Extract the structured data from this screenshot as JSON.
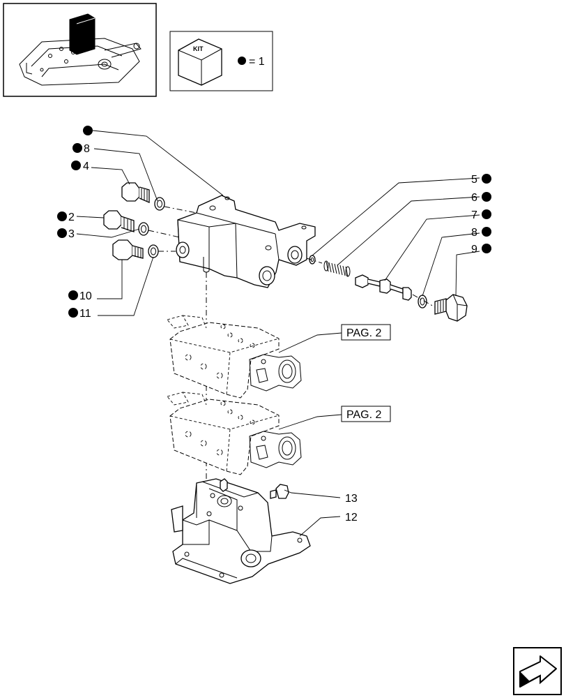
{
  "header": {
    "kit_label": "KIT",
    "legend_equals": "= 1"
  },
  "callouts": {
    "c8a": "8",
    "c4": "4",
    "c2": "2",
    "c3": "3",
    "c10": "10",
    "c11": "11",
    "c5": "5",
    "c6": "6",
    "c7": "7",
    "c8b": "8",
    "c9": "9",
    "c13": "13",
    "c12": "12"
  },
  "page_refs": {
    "upper": "PAG. 2",
    "lower": "PAG. 2"
  },
  "icons": {
    "thumbnail": "tractor-lift-housing-thumbnail",
    "kit": "kit-box-icon",
    "nav": "next-page-arrow-icon"
  }
}
